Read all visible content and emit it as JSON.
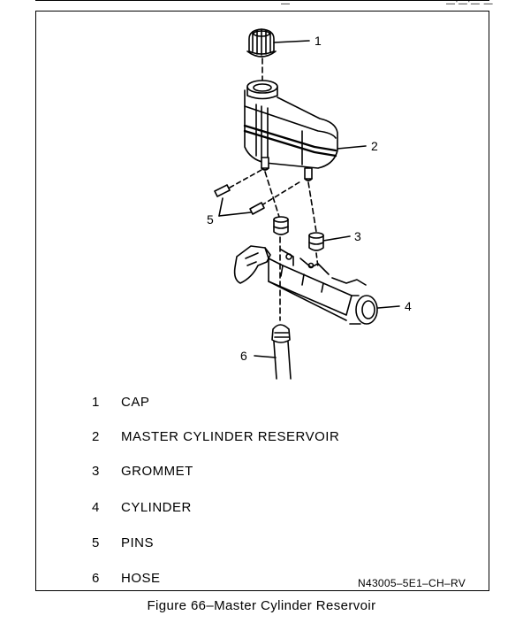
{
  "header": {
    "left_mark": "—",
    "right_mark": "—'—'— —"
  },
  "callouts": [
    "1",
    "2",
    "3",
    "4",
    "5",
    "6"
  ],
  "legend": [
    {
      "number": "1",
      "label": "CAP"
    },
    {
      "number": "2",
      "label": "MASTER CYLINDER RESERVOIR"
    },
    {
      "number": "3",
      "label": "GROMMET"
    },
    {
      "number": "4",
      "label": "CYLINDER"
    },
    {
      "number": "5",
      "label": "PINS"
    },
    {
      "number": "6",
      "label": "HOSE"
    }
  ],
  "reference_code": "N43005–5E1–CH–RV",
  "caption": "Figure 66–Master Cylinder Reservoir"
}
